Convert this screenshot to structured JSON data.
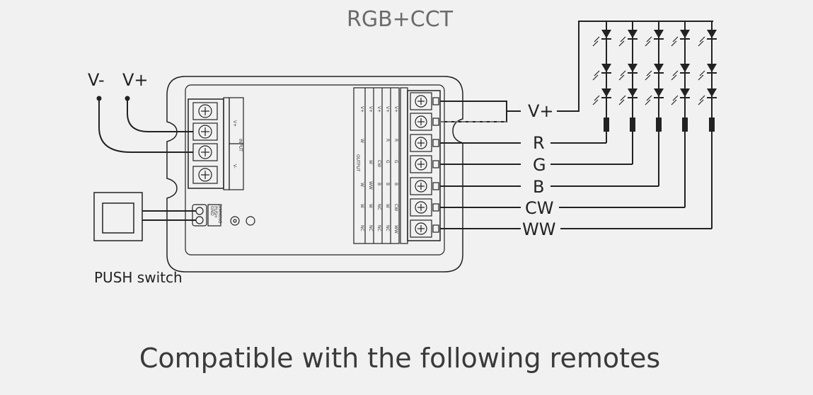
{
  "title": "RGB+CCT",
  "input_labels": {
    "vminus": "V-",
    "vplus": "V+"
  },
  "input_block": {
    "label": "INPUT",
    "pins": [
      "V+",
      "V-"
    ]
  },
  "dimming_block": {
    "label": "DIMMING",
    "pins": [
      "GND",
      "PUSH"
    ]
  },
  "push_switch_label": "PUSH switch",
  "output_block": {
    "label": "OUTPUT",
    "columns": [
      [
        "V+",
        "W",
        "W",
        "W",
        "NC"
      ],
      [
        "V+",
        "W",
        "WW",
        "W",
        "NC"
      ],
      [
        "V+",
        "CW",
        "B",
        "NC",
        "NC"
      ],
      [
        "V+",
        "R",
        "G",
        "B",
        "W",
        "NC"
      ],
      [
        "V+",
        "R",
        "G",
        "B",
        "CW",
        "WW"
      ]
    ]
  },
  "output_labels": [
    "V+",
    "R",
    "G",
    "B",
    "CW",
    "WW"
  ],
  "caption": "Compatible with the following remotes"
}
